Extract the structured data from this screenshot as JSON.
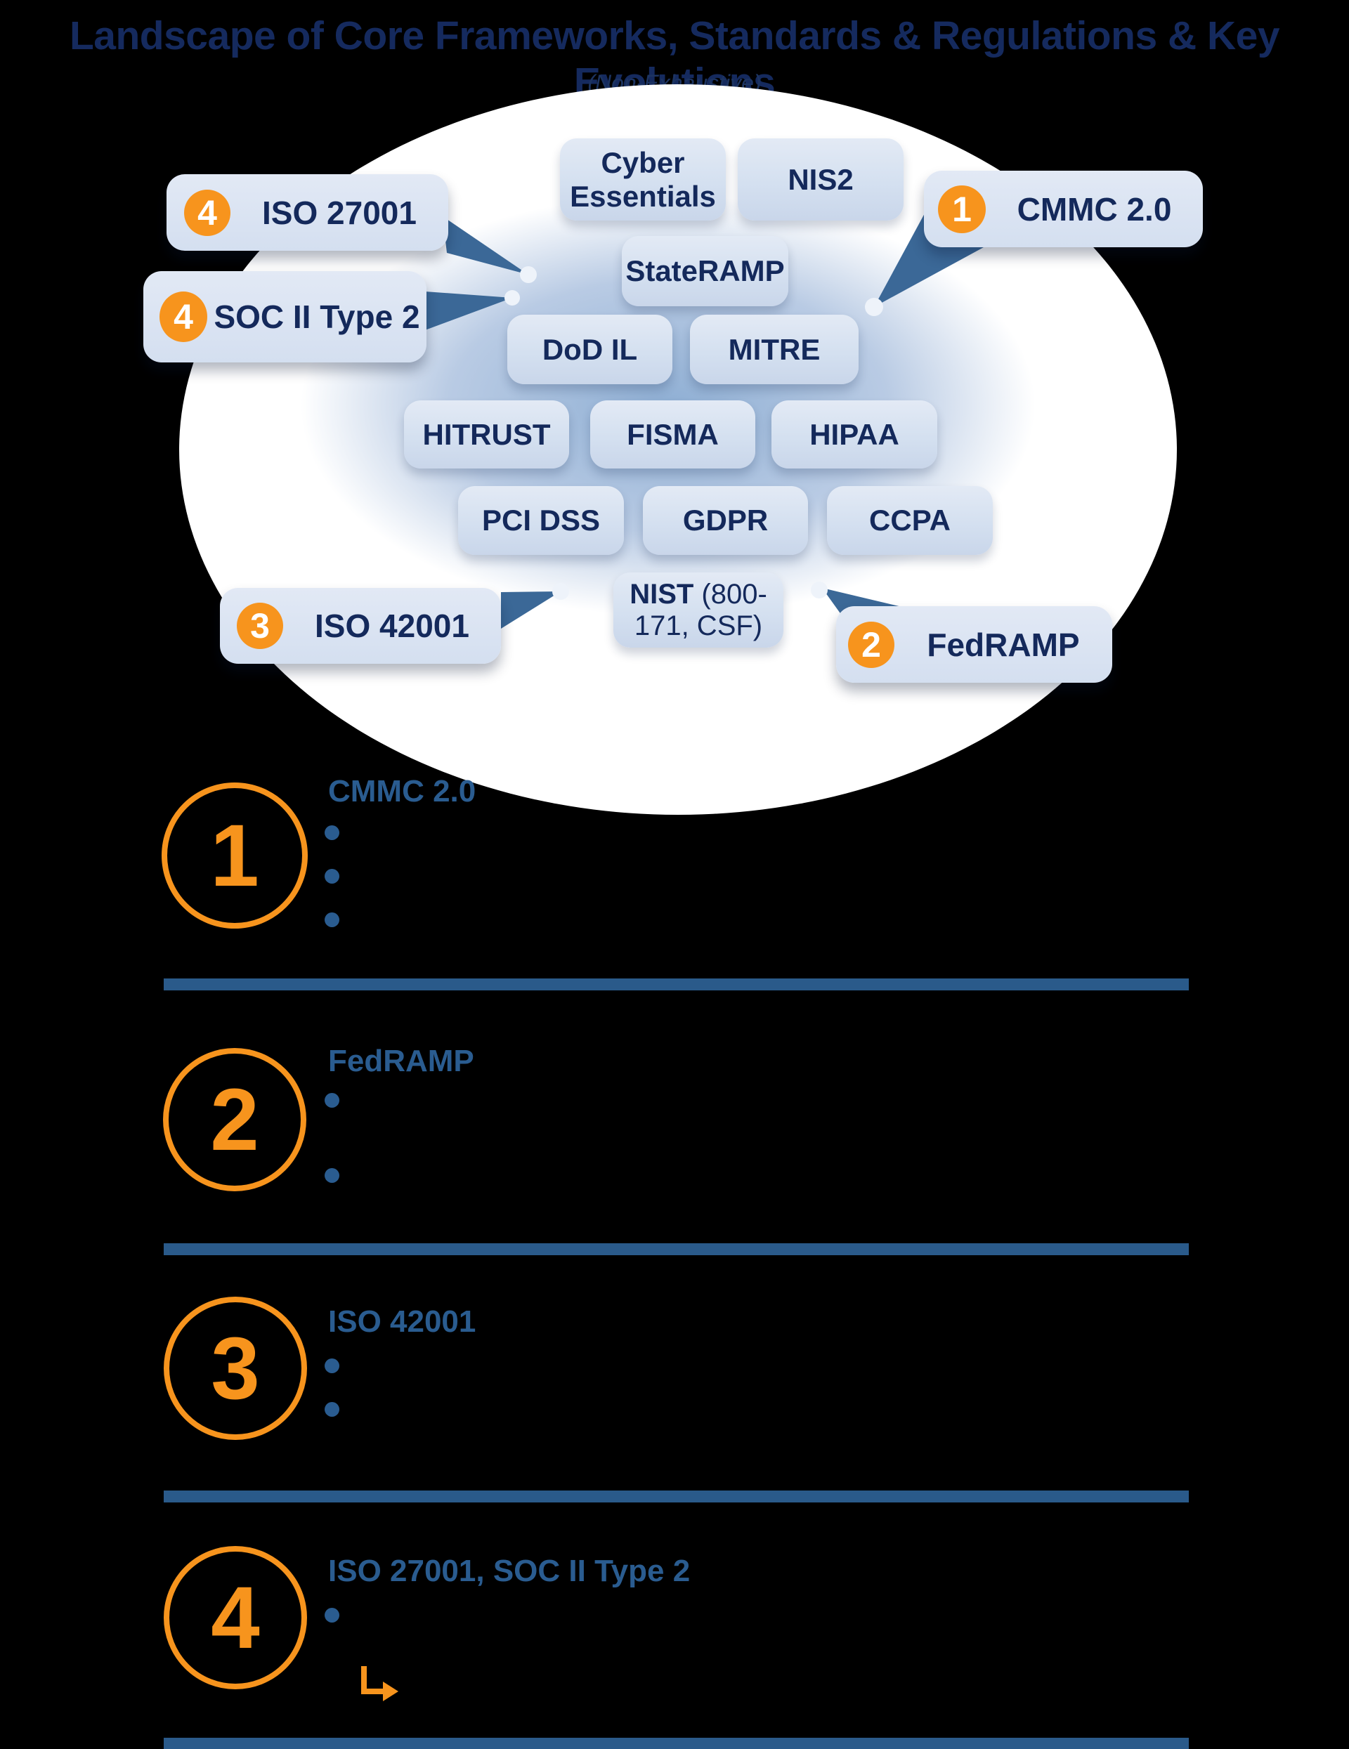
{
  "header": {
    "title": "Landscape of Core Frameworks, Standards & Regulations & Key Evolutions",
    "subtitle": "(Non-Exhaustive)"
  },
  "cloud": {
    "boxes": [
      {
        "id": "cyber-essentials",
        "label": "Cyber Essentials"
      },
      {
        "id": "nis2",
        "label": "NIS2"
      },
      {
        "id": "stateramp",
        "label": "StateRAMP"
      },
      {
        "id": "dod-il",
        "label": "DoD IL"
      },
      {
        "id": "mitre",
        "label": "MITRE"
      },
      {
        "id": "hitrust",
        "label": "HITRUST"
      },
      {
        "id": "fisma",
        "label": "FISMA"
      },
      {
        "id": "hipaa",
        "label": "HIPAA"
      },
      {
        "id": "pci-dss",
        "label": "PCI DSS"
      },
      {
        "id": "gdpr",
        "label": "GDPR"
      },
      {
        "id": "ccpa",
        "label": "CCPA"
      }
    ],
    "nist": {
      "bold": "NIST",
      "rest": " (800-171, CSF)"
    }
  },
  "callouts": [
    {
      "num": "4",
      "label": "ISO 27001"
    },
    {
      "num": "4",
      "label": "SOC II Type 2"
    },
    {
      "num": "1",
      "label": "CMMC 2.0"
    },
    {
      "num": "3",
      "label": "ISO 42001"
    },
    {
      "num": "2",
      "label": "FedRAMP"
    }
  ],
  "sections": [
    {
      "num": "1",
      "title": "CMMC 2.0",
      "bullet_count": 3
    },
    {
      "num": "2",
      "title": "FedRAMP",
      "bullet_count": 2
    },
    {
      "num": "3",
      "title": "ISO 42001",
      "bullet_count": 2
    },
    {
      "num": "4",
      "title": "ISO 27001, SOC II Type 2",
      "bullet_count": 1
    }
  ],
  "colors": {
    "accent_orange": "#F7941D",
    "title_navy": "#152A5E",
    "box_label_navy": "#14295B",
    "section_blue": "#2A5C90",
    "divider_blue": "#2A5A8A",
    "pointer_blue": "#3B6897",
    "box_fill": "#D9E3F1",
    "callout_fill": "#DCE5F3",
    "background": "#000000"
  }
}
